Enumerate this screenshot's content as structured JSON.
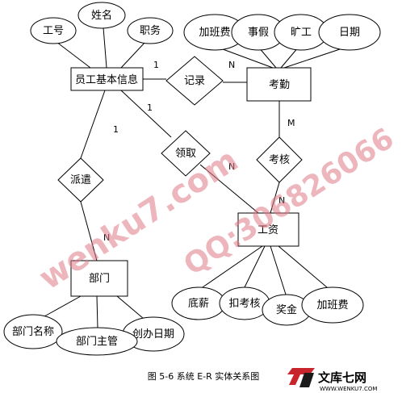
{
  "diagram": {
    "entities": {
      "employee": "员工基本信息",
      "attendance": "考勤",
      "salary": "工资",
      "department": "部门"
    },
    "relationships": {
      "record": "记录",
      "assess": "考核",
      "dispatch": "派遣",
      "receive": "领取"
    },
    "attributes": {
      "emp_id": "工号",
      "emp_name": "姓名",
      "emp_title": "职务",
      "att_overtime": "加班费",
      "att_leave": "事假",
      "att_absent": "旷工",
      "att_date": "日期",
      "sal_base": "底薪",
      "sal_deduct": "扣考核",
      "sal_bonus": "奖金",
      "sal_overtime": "加班费",
      "dept_name": "部门名称",
      "dept_head": "部门主管",
      "dept_founded": "创办日期"
    },
    "cardinalities": {
      "emp_record": "1",
      "record_att": "N",
      "emp_receive": "1",
      "receive_sal": "N",
      "emp_dispatch": "1",
      "dispatch_dept": "N",
      "att_assess": "M",
      "assess_sal": "N"
    }
  },
  "caption": "图 5-6  系统 E-R 实体关系图",
  "watermark": {
    "main": "wenku7.com",
    "qq": "QQ:306826066",
    "logo_text": "文库七网",
    "logo_url": "WWW.WENKU7.COM",
    "color": "#e07a86"
  }
}
